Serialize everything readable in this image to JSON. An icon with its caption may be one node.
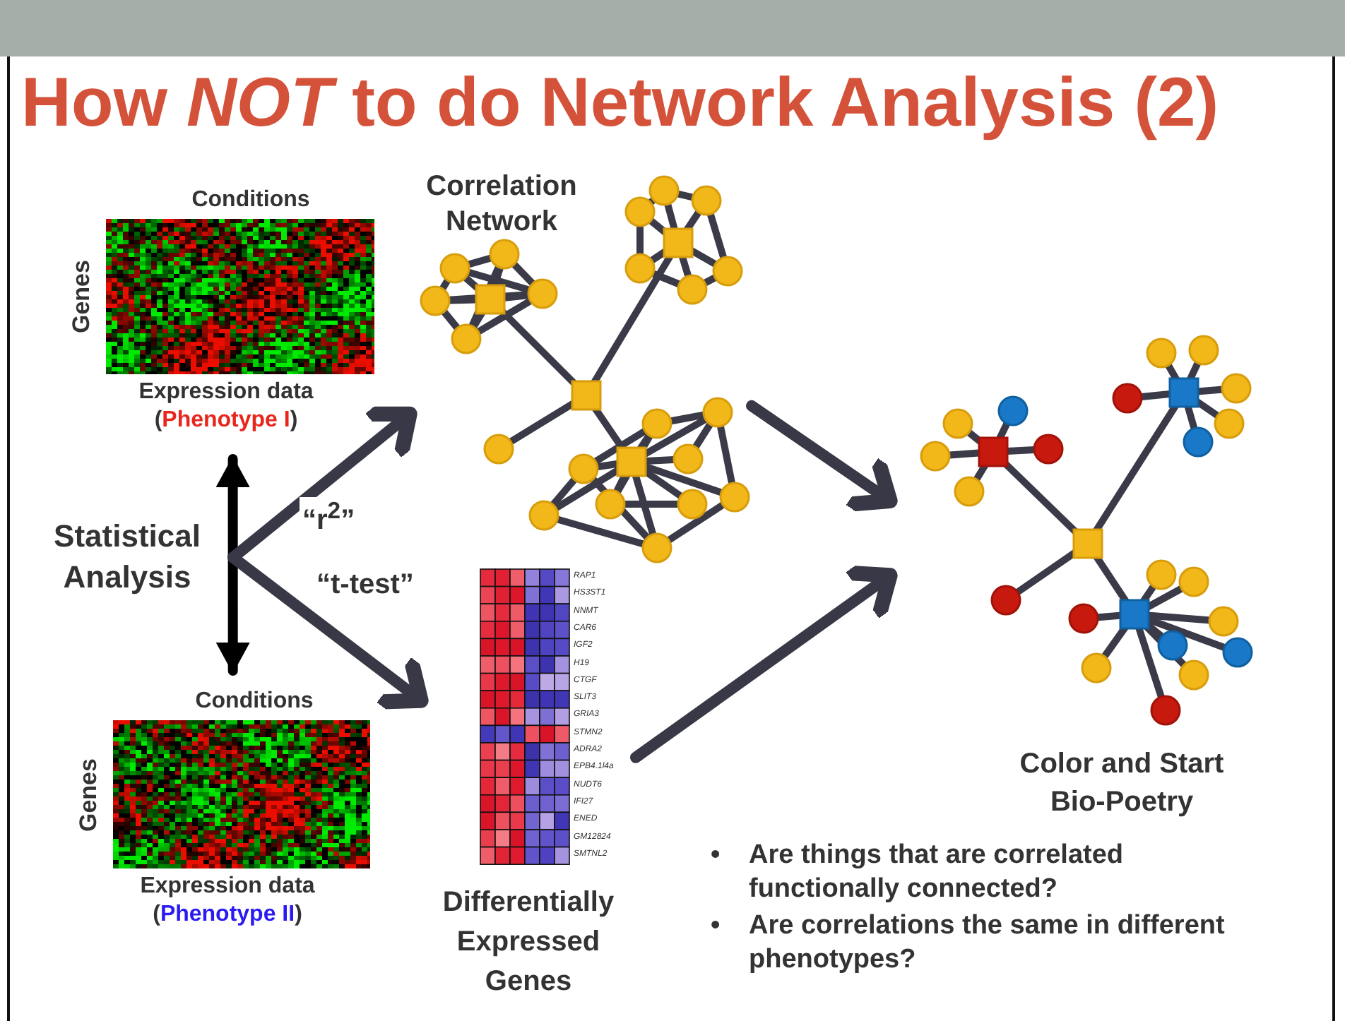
{
  "diagram": {
    "title": "How *NOT* to do Network Analysis (2)",
    "nodes": [
      {
        "text": [],
        "shape": "bar"
      },
      {
        "text": [
          "Conditions",
          "Genes",
          "Expression data (Phenotype I)"
        ]
      },
      {
        "text": [
          "Statistical Analysis"
        ]
      },
      {
        "text": [
          "Conditions",
          "Genes",
          "Expression data (Phenotype II)"
        ]
      },
      {
        "text": [
          "Correlation Network"
        ]
      },
      {
        "text": [
          "Differentially Expressed Genes"
        ]
      },
      {
        "text": [
          "Color and Start Bio-Poetry"
        ]
      }
    ],
    "edges": [
      {
        "from": 1,
        "to": 3,
        "arrow": "both",
        "color": "#000000"
      },
      {
        "from": 2,
        "to": 4,
        "arrow": "to",
        "label": "“r$^{2}$”"
      },
      {
        "from": 2,
        "to": 5,
        "arrow": "to",
        "label": "“t-test”"
      },
      {
        "from": 4,
        "to": 6,
        "arrow": "to"
      },
      {
        "from": 5,
        "to": 6,
        "arrow": "to"
      }
    ],
    "labels": [
      "RAP1",
      "HS3ST1",
      "NNMT",
      "CAR6",
      "IGF2",
      "H19",
      "CTGF",
      "SLIT3",
      "GRIA3",
      "STMN2",
      "ADRA2",
      "EPB4.1l4a",
      "NUDT6",
      "IFI27",
      "ENED",
      "GM12824",
      "SMTNL2",
      "•",
      "Are things that are correlated functionally connected?",
      "•",
      "Are correlations the same in different phenotypes?"
    ]
  }
}
